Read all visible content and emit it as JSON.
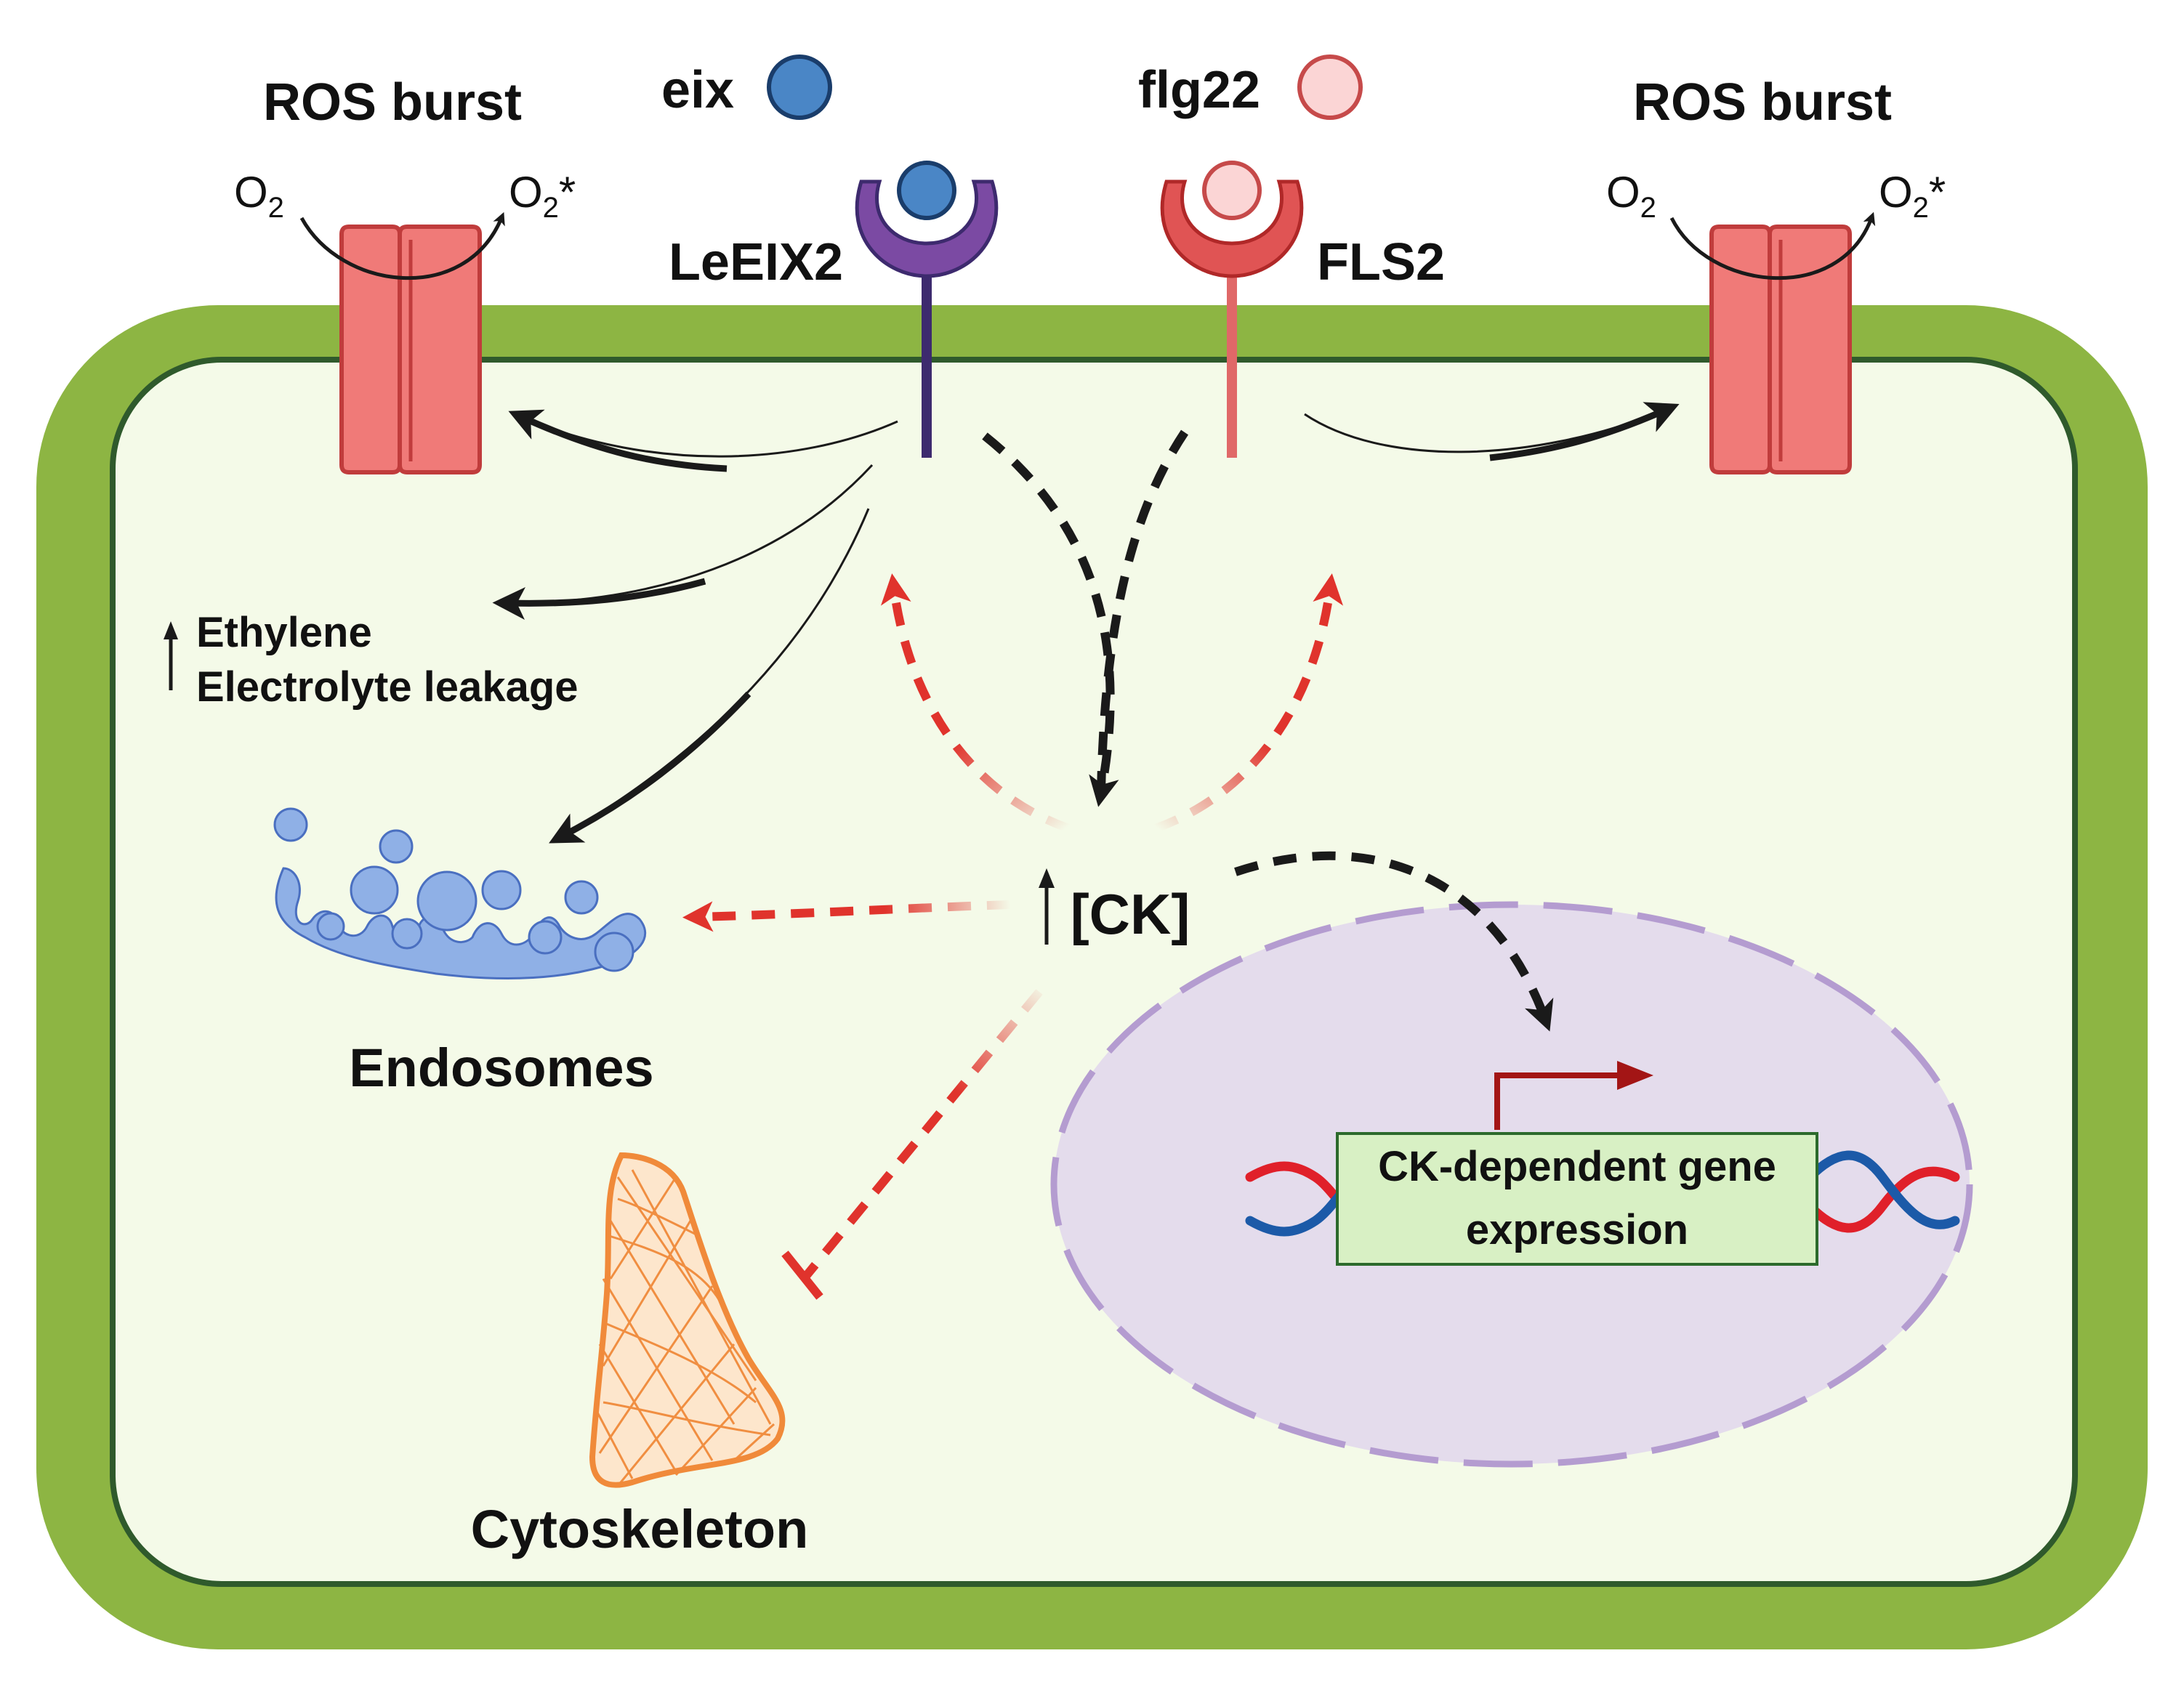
{
  "labels": {
    "ros_left": "ROS burst",
    "ros_right": "ROS burst",
    "eix": "eix",
    "flg22": "flg22",
    "leeix2": "LeEIX2",
    "fls2": "FLS2",
    "o2": "O",
    "o2_sub": "2",
    "o2_star": "*",
    "ethylene": "Ethylene",
    "electrolyte": "Electrolyte leakage",
    "endosomes": "Endosomes",
    "cytoskeleton": "Cytoskeleton",
    "ck": "[CK]",
    "gene_line1": "CK-dependent gene",
    "gene_line2": "expression"
  },
  "colors": {
    "cell_wall": "#8db543",
    "cell_wall_edge": "#2f5a2c",
    "cytoplasm": "#f4fae8",
    "channel": "#f07a78",
    "channel_edge": "#c03c3c",
    "eix_ligand": "#4a86c6",
    "flg22_ligand": "#fbd5d5",
    "leeix2": "#7b4aa3",
    "leeix2_stalk": "#3d2a6e",
    "fls2": "#e05454",
    "fls2_stalk": "#e06868",
    "endosome": "#8fb0e6",
    "cytoskeleton": "#f08a3a",
    "nucleus": "#e4dcec",
    "nucleus_edge": "#b49cd0",
    "gene_box": "#d8f0c4",
    "gene_box_edge": "#2c6a2c",
    "promoter": "#a31515",
    "dna_red": "#e0202a",
    "dna_blue": "#1c5aa8",
    "black_arrow": "#1a1a1a",
    "red_arrow": "#e0332c"
  },
  "icons": {
    "up_arrow": "up-arrow-icon",
    "inhibition": "inhibition-bar-icon"
  }
}
